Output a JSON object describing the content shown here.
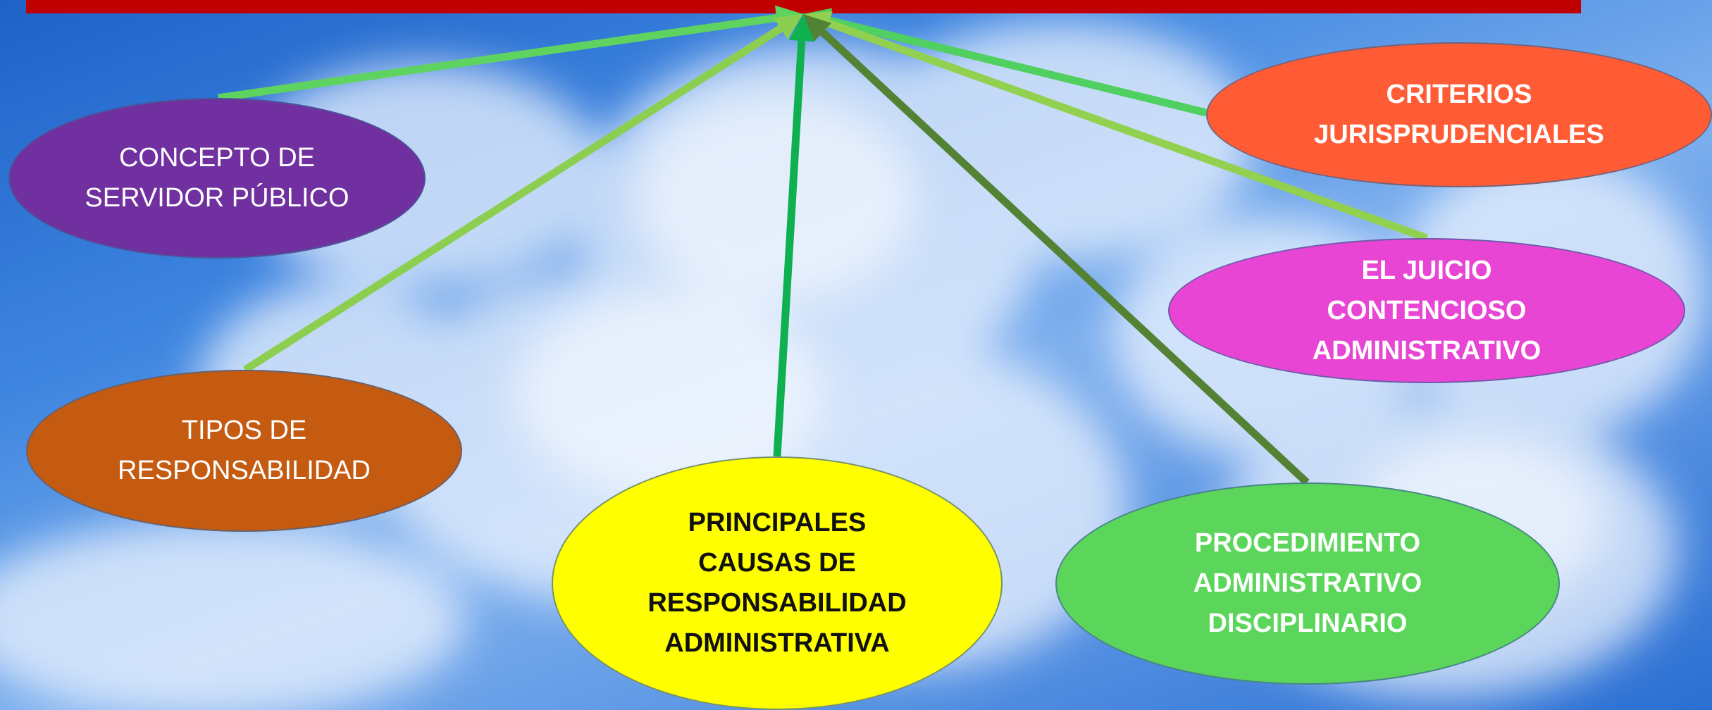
{
  "diagram": {
    "nodes": [
      {
        "id": "concepto",
        "label": "CONCEPTO DE\nSERVIDOR PÚBLICO",
        "color": "#7030a0"
      },
      {
        "id": "tipos",
        "label": "TIPOS DE\nRESPONSABILIDAD",
        "color": "#c55a11"
      },
      {
        "id": "principales",
        "label": "PRINCIPALES\nCAUSAS DE\nRESPONSABILIDAD\nADMINISTRATIVA",
        "color": "#ffff00"
      },
      {
        "id": "procedimiento",
        "label": "PROCEDIMIENTO\nADMINISTRATIVO\nDISCIPLINARIO",
        "color": "#5bd65b"
      },
      {
        "id": "juicio",
        "label": "EL JUICIO\nCONTENCIOSO\nADMINISTRATIVO",
        "color": "#e845d5"
      },
      {
        "id": "criterios",
        "label": "CRITERIOS\nJURISPRUDENCIALES",
        "color": "#ff5c36"
      }
    ],
    "banner_color": "#c00000",
    "arrow_colors": [
      "#5fd35f",
      "#8ccf50",
      "#0fb050",
      "#548235",
      "#92d050",
      "#4fd060"
    ]
  }
}
